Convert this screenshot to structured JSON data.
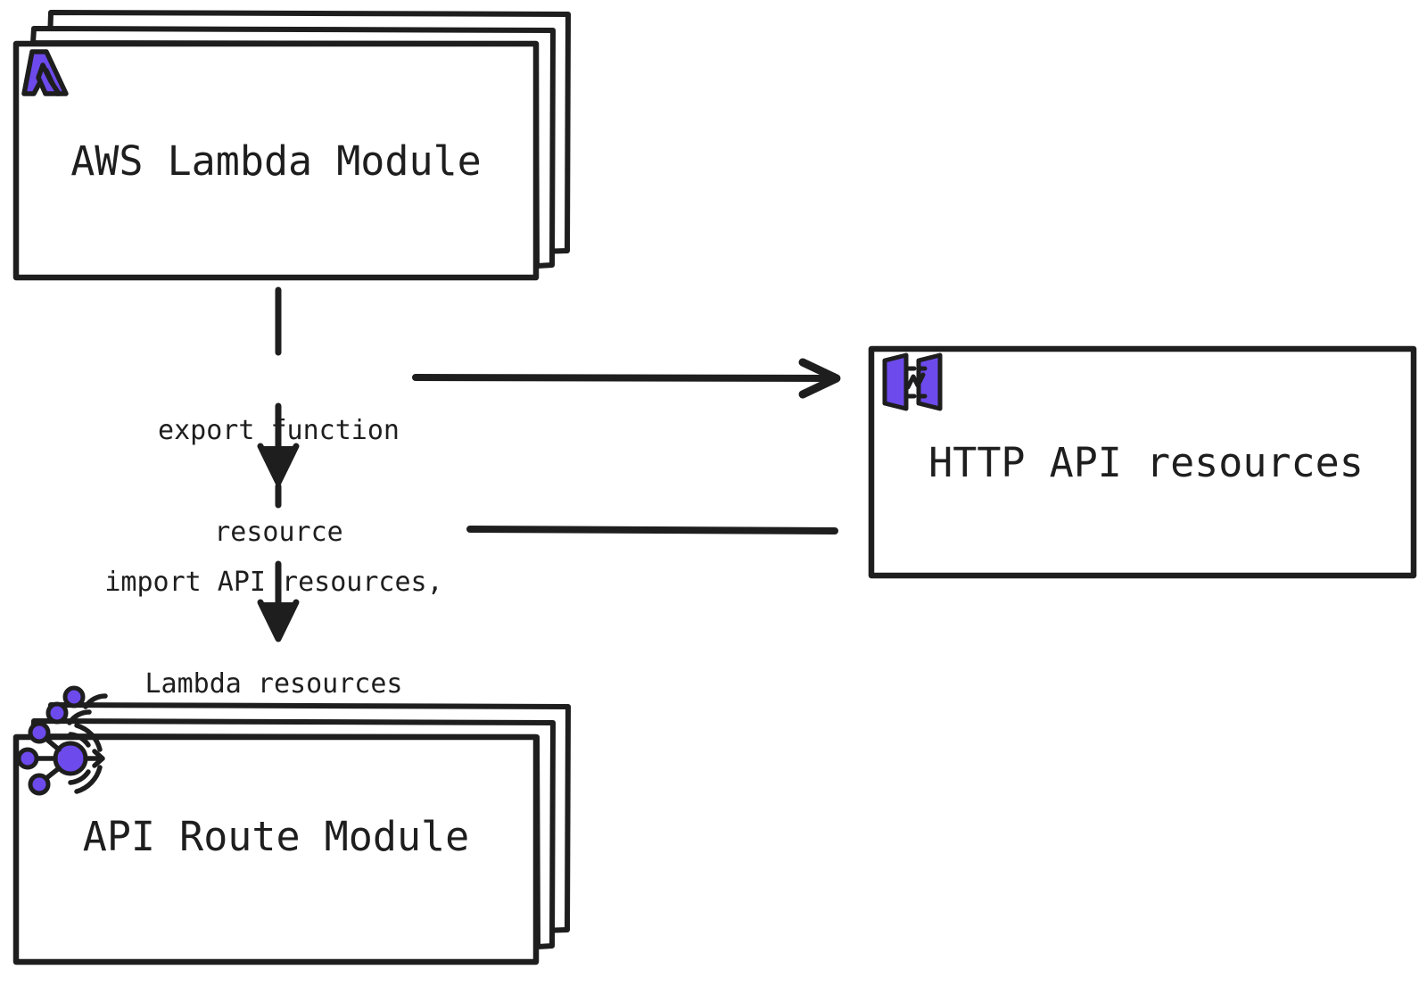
{
  "diagram": {
    "title": "AWS Lambda / API Gateway module relationship diagram",
    "background": "#ffffff",
    "stroke_color": "#1e1e1e",
    "accent_color": "#6d4aec",
    "nodes": [
      {
        "id": "lambda-module",
        "label": "AWS Lambda Module",
        "icon": "aws-lambda-icon",
        "stacked": true,
        "stack_count": 3
      },
      {
        "id": "http-api-resources",
        "label": "HTTP API resources",
        "icon": "aws-api-gateway-icon",
        "stacked": false,
        "stack_count": 1
      },
      {
        "id": "api-route-module",
        "label": "API Route Module",
        "icon": "api-route-network-icon",
        "stacked": true,
        "stack_count": 3
      }
    ],
    "edges": [
      {
        "id": "export-edge",
        "label_line1": "export function",
        "label_line2": "resource",
        "from": "lambda-module",
        "to": "http-api-resources",
        "arrowhead": "chevron"
      },
      {
        "id": "import-edge",
        "label_line1": "import API resources,",
        "label_line2": "Lambda resources",
        "from": "http-api-resources",
        "to": "api-route-module",
        "arrowhead": "none"
      }
    ]
  }
}
